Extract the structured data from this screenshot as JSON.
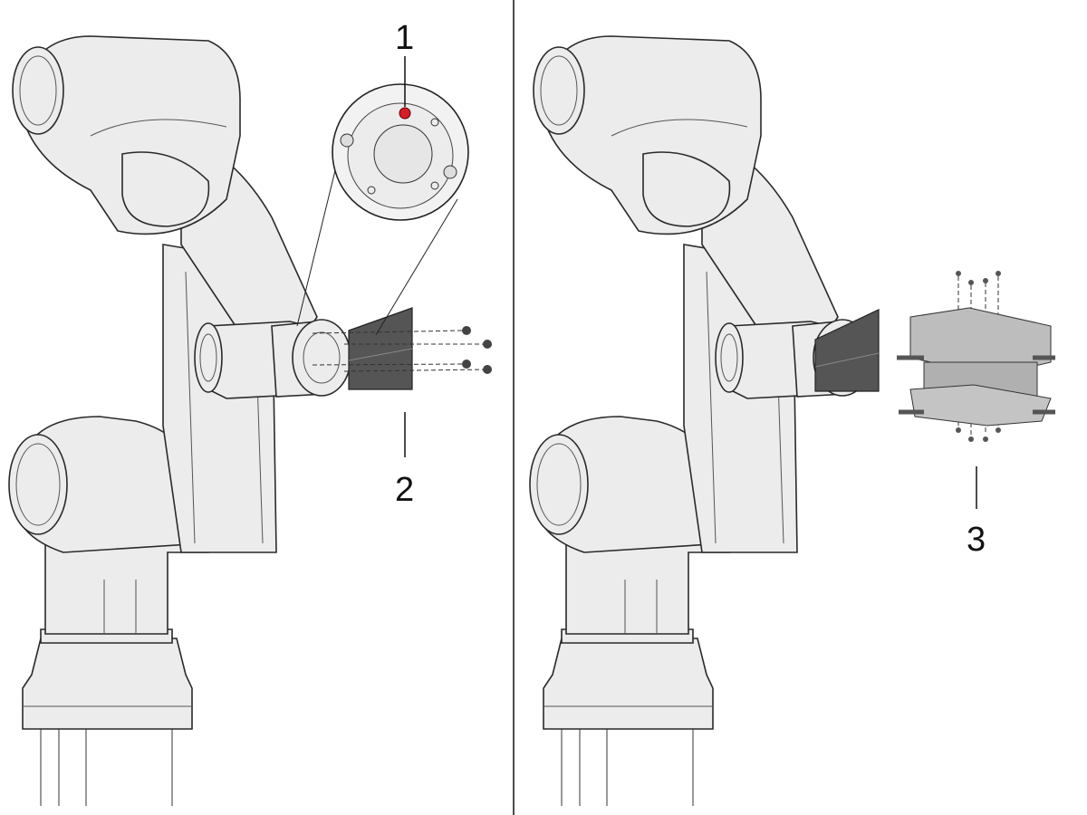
{
  "labels": {
    "callout_1": "1",
    "callout_2": "2",
    "callout_3": "3"
  },
  "colors": {
    "robot_body": "#ececec",
    "outline": "#2a2a2a",
    "flange_plate": "#555555",
    "marker_pin": "#d0202a",
    "gripper": "#b5b5b5"
  }
}
